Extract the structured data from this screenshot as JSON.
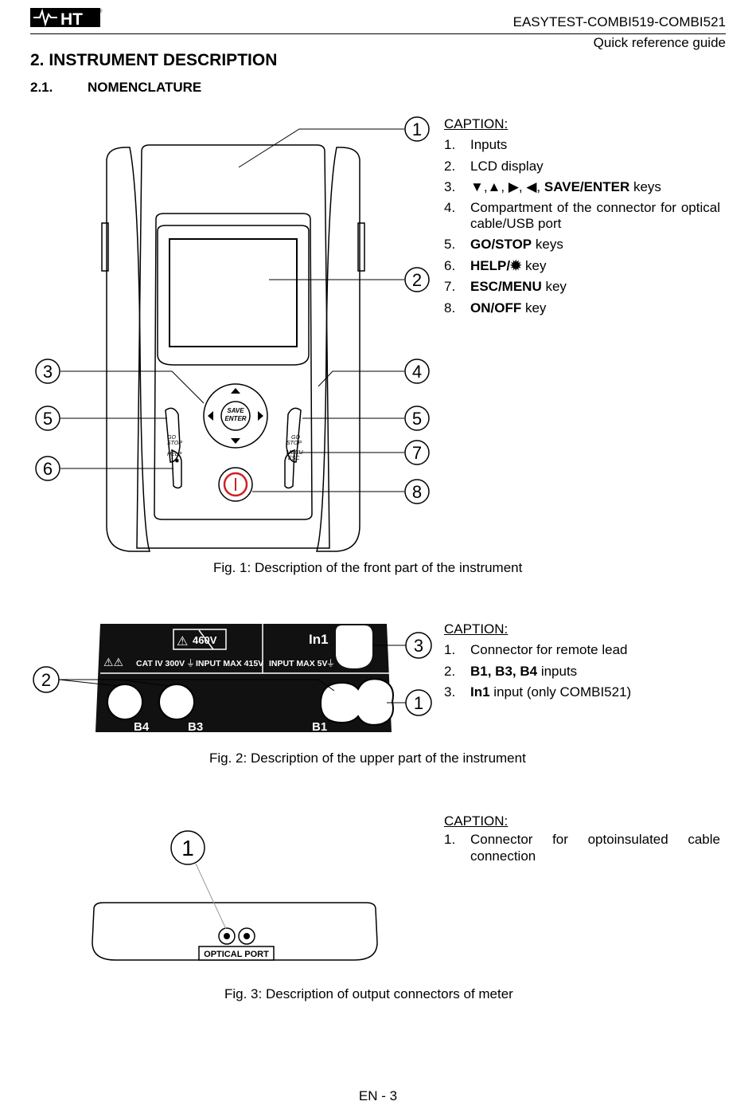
{
  "header": {
    "logo_text": "HT",
    "product": "EASYTEST-COMBI519-COMBI521",
    "guide": "Quick reference guide"
  },
  "section": {
    "title": "2. INSTRUMENT DESCRIPTION"
  },
  "subsection": {
    "number": "2.1.",
    "title": "NOMENCLATURE"
  },
  "fig1": {
    "caption_title": "CAPTION:",
    "items": [
      {
        "n": "1.",
        "text": "Inputs"
      },
      {
        "n": "2.",
        "text": "LCD display"
      },
      {
        "n": "3.",
        "arrows": "▼,▲, ▶, ◀, ",
        "bold": "SAVE/ENTER",
        "text": " keys"
      },
      {
        "n": "4.",
        "text": "Compartment of the connector for optical cable/USB port"
      },
      {
        "n": "5.",
        "bold": "GO/STOP",
        "text": " keys"
      },
      {
        "n": "6.",
        "bold": "HELP/",
        "text": " key"
      },
      {
        "n": "7.",
        "bold": "ESC/MENU",
        "text": " key"
      },
      {
        "n": "8.",
        "bold": "ON/OFF",
        "text": " key"
      }
    ],
    "callouts": [
      "1",
      "2",
      "3",
      "4",
      "5",
      "5",
      "6",
      "7",
      "8"
    ],
    "key_labels": {
      "save": "SAVE",
      "enter": "ENTER",
      "go": "GO",
      "stop": "STOP",
      "help": "HELP",
      "menu": "MENU",
      "esc": "ESC"
    },
    "figure_caption": "Fig. 1: Description of the front part of the instrument"
  },
  "fig2": {
    "caption_title": "CAPTION:",
    "items": [
      {
        "n": "1.",
        "text": "Connector for remote lead"
      },
      {
        "n": "2.",
        "bold": "B1, B3, B4",
        "text": " inputs"
      },
      {
        "n": "3.",
        "bold": "In1",
        "text": " input (only COMBI521)"
      }
    ],
    "panel": {
      "voltage_badge": "460V",
      "cat_text": "CAT IV 300V",
      "input_max_left": "INPUT MAX 415V",
      "input_max_right": "INPUT MAX 5V",
      "in1": "In1",
      "b4": "B4",
      "b3": "B3",
      "b1": "B1"
    },
    "callouts": [
      "2",
      "3",
      "1"
    ],
    "figure_caption": "Fig. 2: Description of the upper part of the instrument"
  },
  "fig3": {
    "caption_title": "CAPTION:",
    "items": [
      {
        "n": "1.",
        "text": "Connector for optoinsulated cable connection"
      }
    ],
    "port_label": "OPTICAL PORT",
    "callouts": [
      "1"
    ],
    "figure_caption": "Fig. 3: Description of output connectors of meter"
  },
  "footer": {
    "page": "EN - 3"
  }
}
